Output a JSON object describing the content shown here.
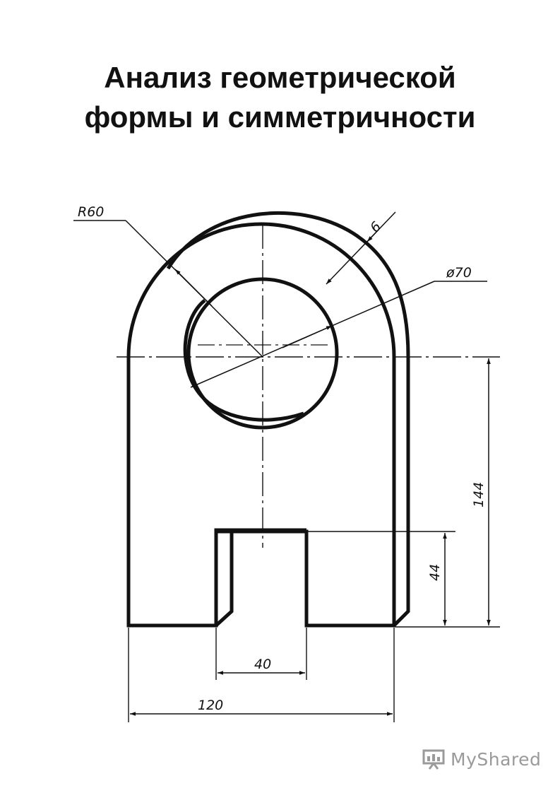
{
  "title": {
    "line1": "Анализ геометрической",
    "line2": "формы и симметричности"
  },
  "dimensions": {
    "radius": "R60",
    "thickness": "6",
    "diameter": "ø70",
    "height_total": "144",
    "slot_depth": "44",
    "slot_width": "40",
    "width_total": "120"
  },
  "watermark": {
    "text": "MyShared",
    "icon": "presentation-board-icon"
  },
  "colors": {
    "line": "#111111",
    "watermark": "#9a9a9a"
  }
}
